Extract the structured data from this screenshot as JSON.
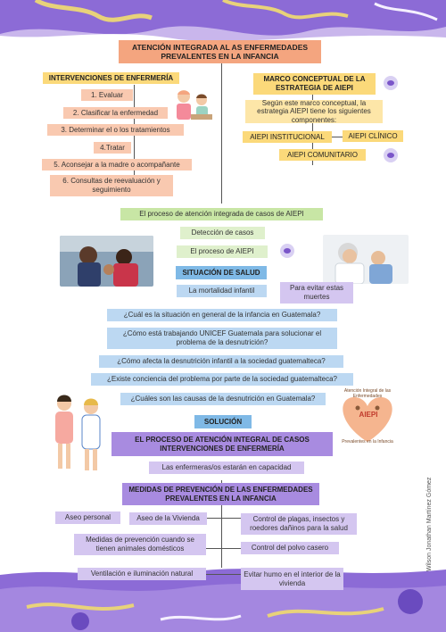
{
  "title": "ATENCIÓN INTEGRADA AL AS ENFERMEDADES PREVALENTES EN LA INFANCIA",
  "interventions": {
    "heading": "INTERVENCIONES DE ENFERMERÍA",
    "items": [
      "1. Evaluar",
      "2. Clasificar la enfermedad",
      "3. Determinar el o los tratamientos",
      "4.Tratar",
      "5. Aconsejar a la madre o acompañante",
      "6. Consultas de reevaluación y seguimiento"
    ]
  },
  "framework": {
    "heading": "MARCO CONCEPTUAL DE LA ESTRATEGIA DE AIEPI",
    "description": "Según este marco conceptual, la estrategia AIEPI tiene los siguientes componentes:",
    "components": [
      "AIEPI INSTITUCIONAL",
      "AIEPI CLÍNICO",
      "AIEPI COMUNITARIO"
    ]
  },
  "process": {
    "main": "El proceso de atención integrada de casos de AIEPI",
    "detection": "Detección de casos",
    "process_label": "El proceso de AIEPI"
  },
  "health": {
    "heading": "SITUACIÓN DE SALUD",
    "mortality": "La mortalidad infantil",
    "avoid": "Para evitar estas muertes",
    "questions": [
      "¿Cuál es la situación en general de la infancia en Guatemala?",
      "¿Cómo está trabajando UNICEF Guatemala para solucionar el problema de la desnutrición?",
      "¿Cómo afecta la desnutrición infantil a la sociedad guatemalteca?",
      "¿Existe conciencia del problema por parte de la sociedad guatemalteca?",
      "¿Cuáles son las causas de la desnutrición en Guatemala?"
    ]
  },
  "solution": {
    "heading": "SOLUCIÓN",
    "process": "EL PROCESO DE ATENCIÓN INTEGRAL DE CASOS INTERVENCIONES DE ENFERMERÍA",
    "capacity": "Las enfermeras/os estarán en capacidad"
  },
  "prevention": {
    "heading": "MEDIDAS DE PREVENCIÓN DE LAS ENFERMEDADES PREVALENTES EN LA INFANCIA",
    "personal": "Aseo personal",
    "housing": "Aseo de la Vivienda",
    "plagues": "Control de plagas, insectos y roedores dañinos para la salud",
    "animals": "Medidas de prevención cuando se tienen animales domésticos",
    "dust": "Control del polvo casero",
    "ventilation": "Ventilación e iluminación natural",
    "smoke": "Evitar humo en el interior de la vivienda"
  },
  "logo": {
    "center": "AIEPI",
    "arc_top": "Atención Integral de las Enfermedades",
    "arc_bottom": "Prevalentes en la Infancia"
  },
  "author": "Wilson Jonathan Martínez Gómez"
}
